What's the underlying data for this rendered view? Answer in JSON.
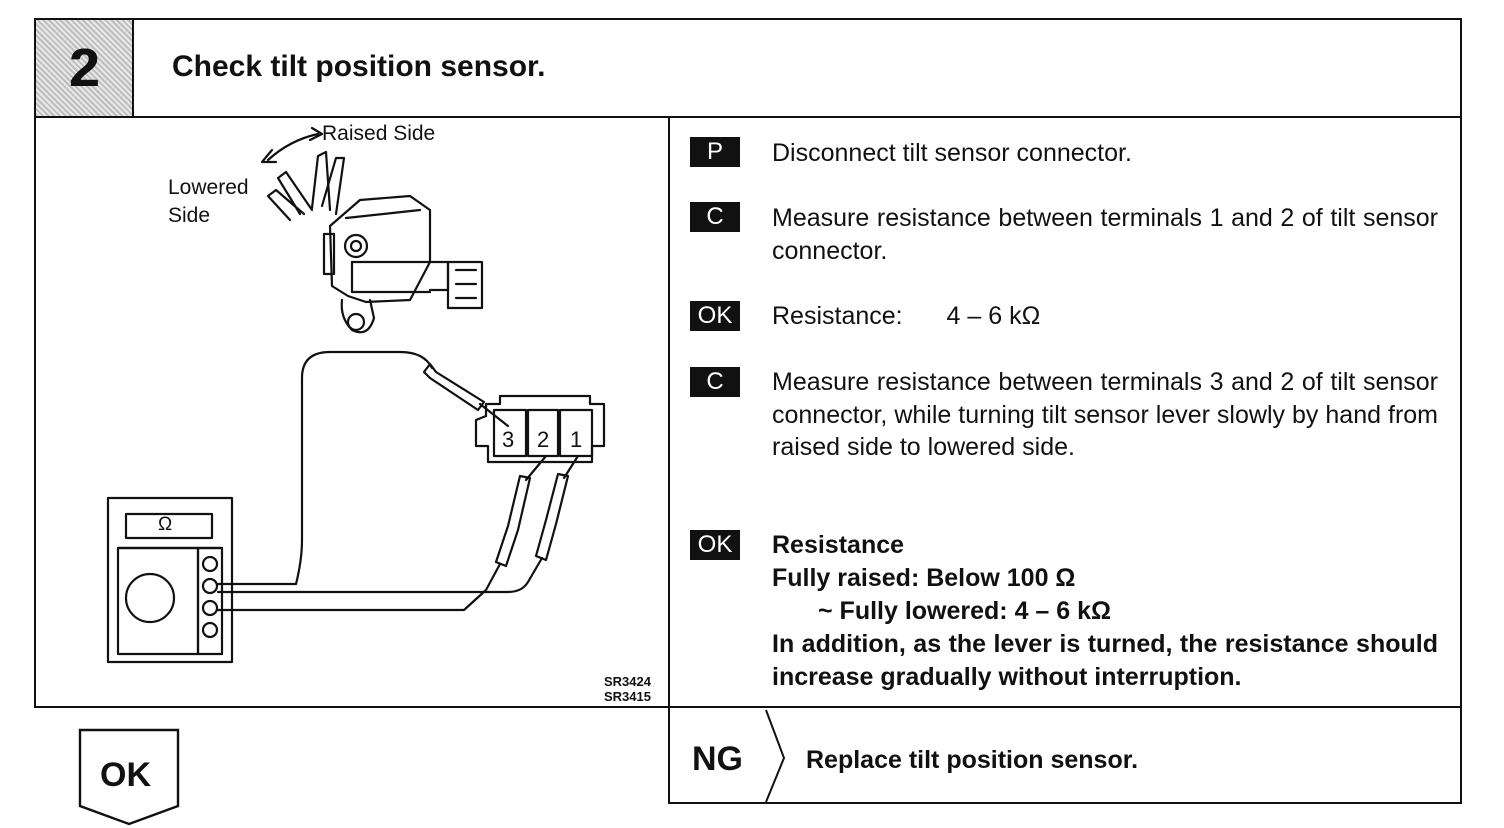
{
  "step": {
    "number": "2",
    "title": "Check tilt position sensor."
  },
  "diagram": {
    "label_raised": "Raised Side",
    "label_lowered_1": "Lowered",
    "label_lowered_2": "Side",
    "terminal_3": "3",
    "terminal_2": "2",
    "terminal_1": "1",
    "meter_symbol": "Ω",
    "code_1": "SR3424",
    "code_2": "SR3415"
  },
  "instructions": [
    {
      "tag": "P",
      "lines": [
        "Disconnect tilt sensor connector."
      ]
    },
    {
      "tag": "C",
      "text": "Measure resistance between terminals 1 and 2 of tilt sensor connector."
    },
    {
      "tag": "OK",
      "label": "Resistance:",
      "value": "4 – 6 kΩ"
    },
    {
      "tag": "C",
      "text": "Measure resistance between terminals 3 and 2 of tilt sensor connector, while turning tilt sensor lever slowly by hand from raised side to lowered side."
    },
    {
      "tag": "OK",
      "line1": "Resistance",
      "line2": "Fully raised:  Below 100 Ω",
      "line3": "~ Fully lowered:  4 – 6 kΩ",
      "line4": "In addition, as the lever is turned, the resistance should increase gradually without interruption."
    }
  ],
  "result": {
    "ok_label": "OK",
    "ng_label": "NG",
    "ng_action": "Replace tilt position sensor."
  }
}
